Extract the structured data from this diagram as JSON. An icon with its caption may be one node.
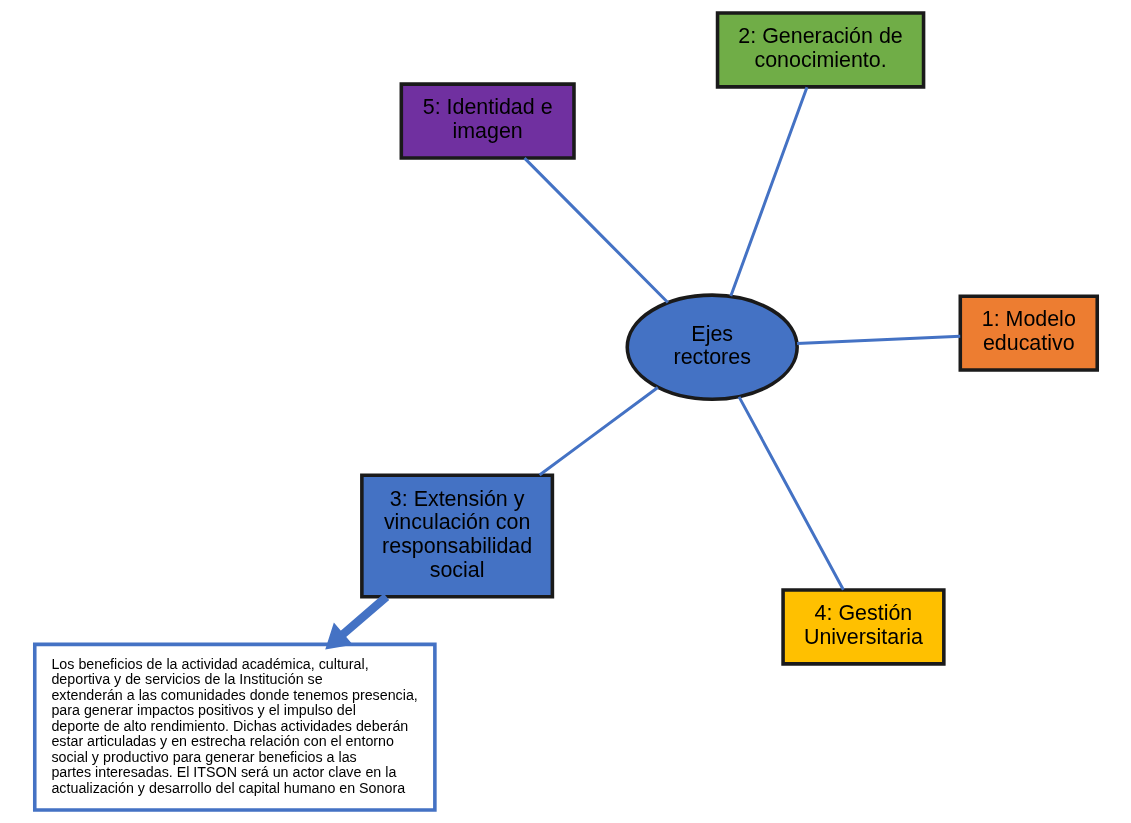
{
  "diagram": {
    "nodes": [
      {
        "text": [
          "5: Identidad e imagen"
        ]
      },
      {
        "text": [
          "1: Modelo educativo"
        ]
      },
      {
        "text": [
          "4: Gestión Universitaria"
        ]
      },
      {
        "text": [
          "Ejes rectores"
        ]
      },
      {
        "text": [
          "2: Generación de conocimiento."
        ]
      },
      {
        "text": [
          "3: Extensión y vinculación con responsabilidad social"
        ]
      },
      {
        "text": [
          "Los beneficios de la actividad académica, cultural, deportiva y de servicios de la Institución se extenderán a las comunidades donde tenemos presencia, para generar impactos positivos y el impulso del deporte de alto rendimiento. Dichas actividades deberán estar articuladas y en estrecha relación con el entorno social y productivo para generar beneficios a las partes interesadas. El ITSON será un actor clave en la actualización y desarrollo del capital humano en Sonora"
        ]
      }
    ],
    "edges": [
      {
        "from": 3,
        "to": 0,
        "arrow": "none"
      },
      {
        "from": 3,
        "to": 1,
        "arrow": "none"
      },
      {
        "from": 3,
        "to": 2,
        "arrow": "none"
      },
      {
        "from": 3,
        "to": 4,
        "arrow": "none"
      },
      {
        "from": 3,
        "to": 5,
        "arrow": "none"
      },
      {
        "from": 5,
        "to": 6,
        "arrow": "to",
        "style": "thick"
      }
    ]
  }
}
